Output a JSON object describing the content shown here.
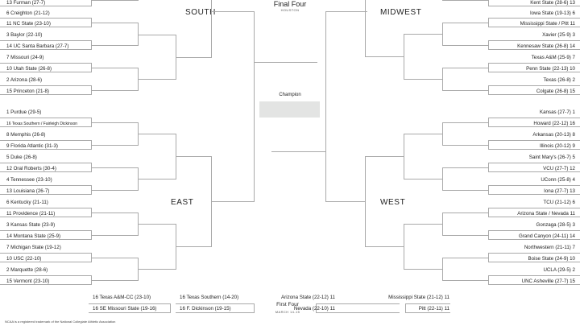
{
  "final_four": {
    "title": "Final Four",
    "location": "HOUSTON",
    "champion_label": "Champion"
  },
  "regions": {
    "south": {
      "label": "SOUTH",
      "teams": [
        "13 Furman (27-7)",
        "6 Creighton (21-12)",
        "11 NC State (23-10)",
        "3 Baylor (22-10)",
        "14 UC Santa Barbara (27-7)",
        "7 Missouri (24-9)",
        "10 Utah State (26-8)",
        "2 Arizona (28-6)",
        "15 Princeton (21-8)"
      ]
    },
    "east": {
      "label": "EAST",
      "teams": [
        "1 Purdue (29-5)",
        "16 Texas Southern / Fairleigh Dickinson",
        "8 Memphis (26-8)",
        "9 Florida Atlantic (31-3)",
        "5 Duke (26-8)",
        "12 Oral Roberts (30-4)",
        "4 Tennessee (23-10)",
        "13 Louisiana (26-7)",
        "6 Kentucky (21-11)",
        "11 Providence (21-11)",
        "3 Kansas State (23-9)",
        "14 Montana State (25-9)",
        "7 Michigan State (19-12)",
        "10 USC (22-10)",
        "2 Marquette (28-6)",
        "15 Vermont (23-10)"
      ]
    },
    "midwest": {
      "label": "MIDWEST",
      "teams": [
        "Kent State (28-6)  13",
        "Iowa State (19-13)  6",
        "Mississippi State / Pitt  11",
        "Xavier (25-9)  3",
        "Kennesaw State (26-8)  14",
        "Texas A&M (25-9)  7",
        "Penn State (22-13)  10",
        "Texas (26-8)  2",
        "Colgate (26-8)  15"
      ]
    },
    "west": {
      "label": "WEST",
      "teams": [
        "Kansas (27-7)  1",
        "Howard (22-12)  16",
        "Arkansas (20-13)  8",
        "Illinois (20-12)  9",
        "Saint Mary's (26-7)  5",
        "VCU (27-7)  12",
        "UConn (25-8)  4",
        "Iona (27-7)  13",
        "TCU (21-12)  6",
        "Arizona State / Nevada  11",
        "Gonzaga (28-5)  3",
        "Grand Canyon (24-11)  14",
        "Northwestern (21-11)  7",
        "Boise State (24-9)  10",
        "UCLA (29-5)  2",
        "UNC Asheville (27-7)  15"
      ]
    }
  },
  "first_four": {
    "title": "First Four",
    "dates": "MARCH 14-15",
    "games": [
      {
        "top": "16  Texas A&M-CC (23-10)",
        "bottom": "16  SE Missouri State (19-16)"
      },
      {
        "top": "16  Texas Southern (14-20)",
        "bottom": "16  F. Dickinson (19-15)"
      },
      {
        "top": "Arizona State (22-12)  11",
        "bottom": "Nevada (22-10)  11"
      },
      {
        "top": "Mississippi State (21-12)  11",
        "bottom": "Pitt (22-11)  11"
      }
    ]
  },
  "footer": {
    "text": "NCAA is a registered trademark of the National Collegiate Athletic Association"
  },
  "colors": {
    "line": "#a9a9a9",
    "champion_box": "#e3e4e3",
    "text": "#222222"
  }
}
